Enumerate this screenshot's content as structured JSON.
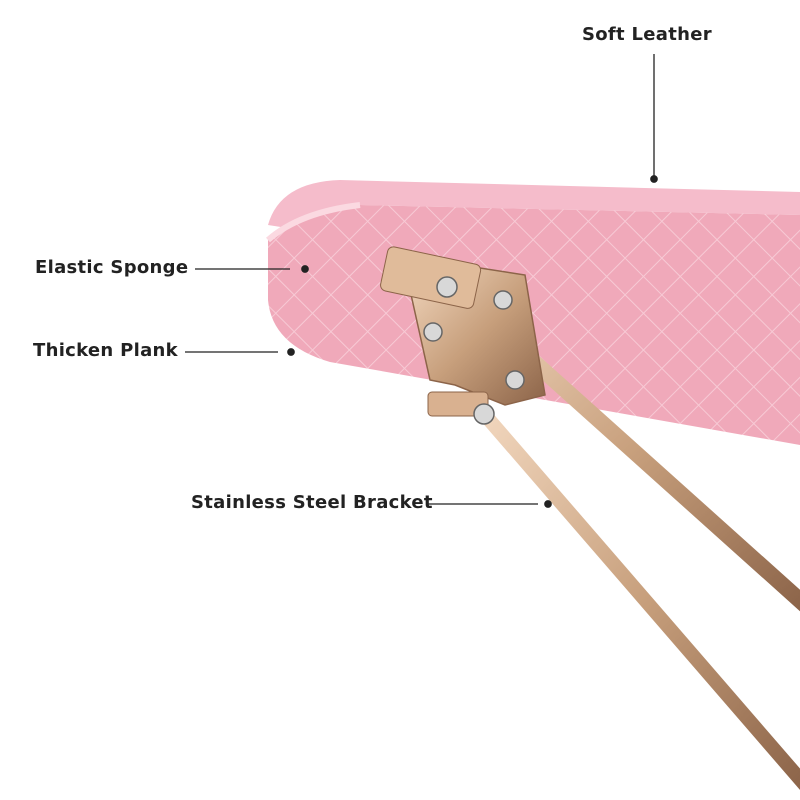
{
  "labels": {
    "soft_leather": "Soft Leather",
    "elastic_sponge": "Elastic Sponge",
    "thicken_plank": "Thicken Plank",
    "stainless_steel_bracket": "Stainless Steel Bracket"
  },
  "colors": {
    "board_pink": "#f2aebe",
    "board_edge": "#f7c6d2",
    "bracket_gold": "#c79f7c",
    "line": "#222222"
  }
}
